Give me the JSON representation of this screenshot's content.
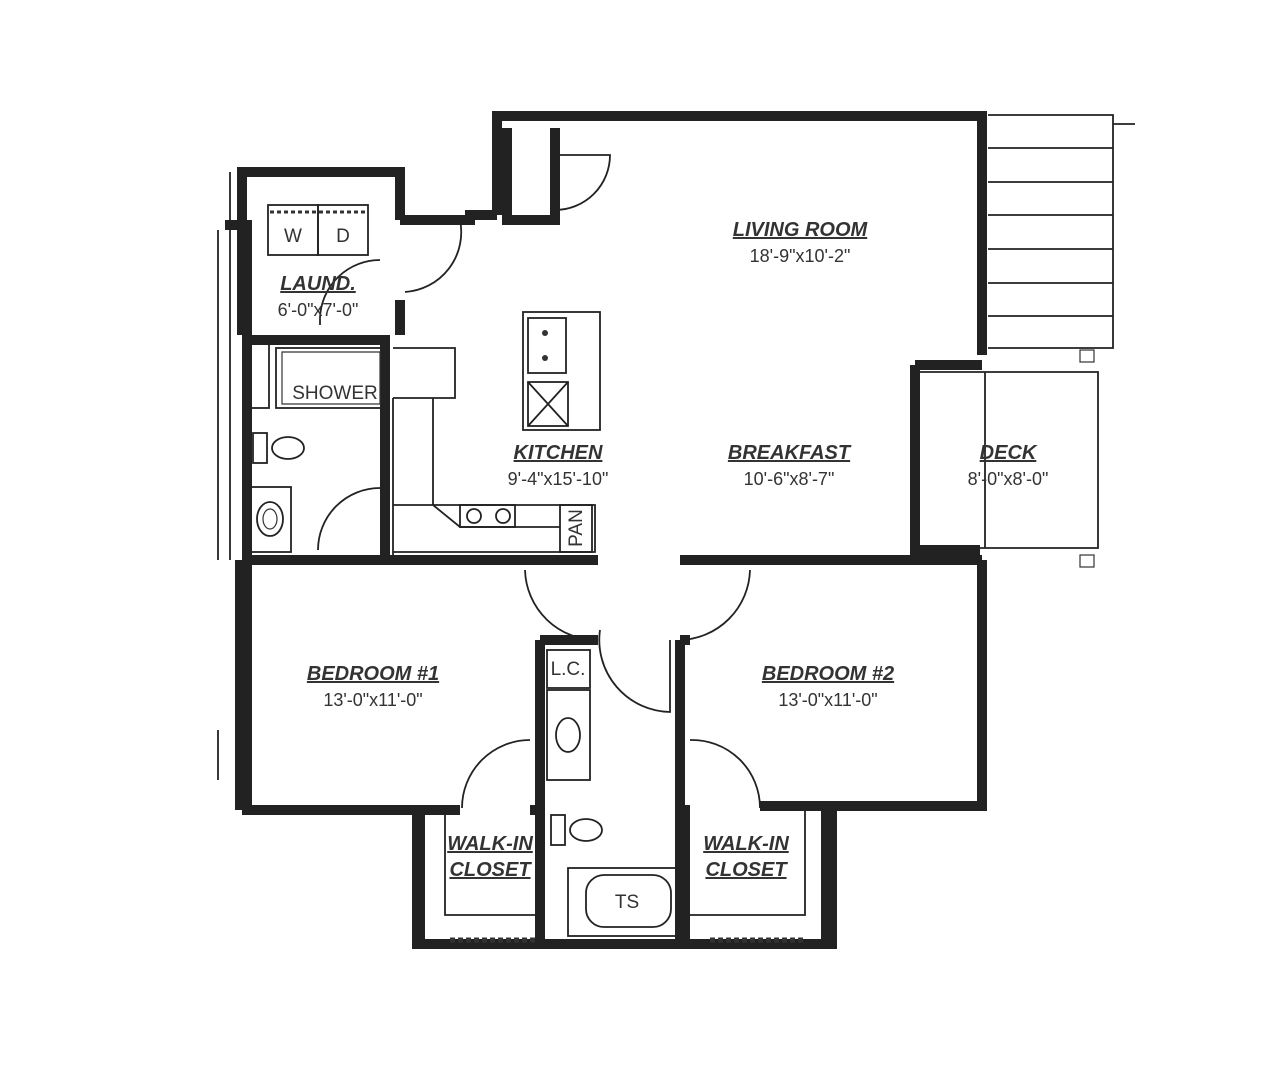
{
  "rooms": {
    "living": {
      "name": "LIVING ROOM",
      "dims": "18'-9\"x10'-2\""
    },
    "laundry": {
      "name": "LAUND.",
      "dims": "6'-0\"x7'-0\""
    },
    "kitchen": {
      "name": "KITCHEN",
      "dims": "9'-4\"x15'-10\""
    },
    "breakfast": {
      "name": "BREAKFAST",
      "dims": "10'-6\"x8'-7\""
    },
    "deck": {
      "name": "DECK",
      "dims": "8'-0\"x8'-0\""
    },
    "bedroom1": {
      "name": "BEDROOM #1",
      "dims": "13'-0\"x11'-0\""
    },
    "bedroom2": {
      "name": "BEDROOM #2",
      "dims": "13'-0\"x11'-0\""
    },
    "closet1": {
      "line1": "WALK-IN",
      "line2": "CLOSET"
    },
    "closet2": {
      "line1": "WALK-IN",
      "line2": "CLOSET"
    }
  },
  "fixtures": {
    "washer": "W",
    "dryer": "D",
    "shower": "SHOWER",
    "pantry": "PAN",
    "linen_closet": "L.C.",
    "tub_shower": "TS"
  }
}
